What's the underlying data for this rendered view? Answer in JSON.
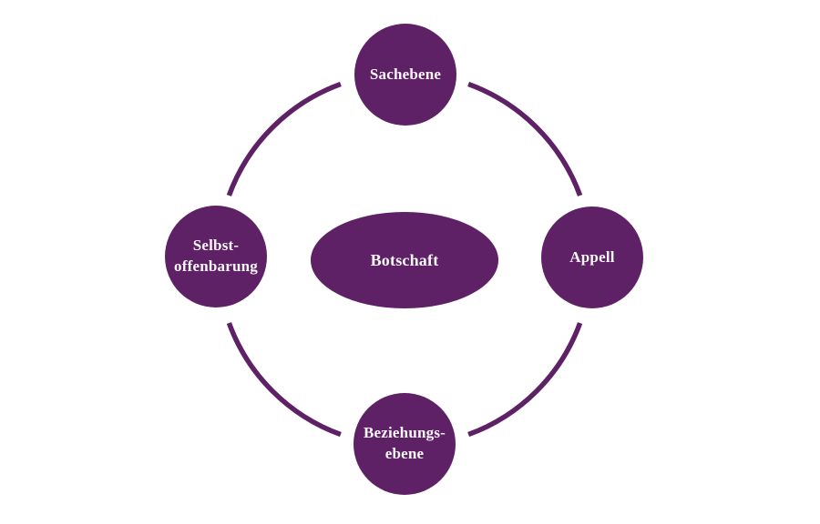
{
  "page": {
    "background": "#ffffff"
  },
  "colors": {
    "shape_fill": "#5e2166",
    "ring_stroke": "#5e2166",
    "label_text": "#faf7fa"
  },
  "diagram": {
    "type": "cycle-diagram",
    "center_label": "Botschaft",
    "nodes": {
      "top": {
        "label": "Sachebene"
      },
      "right": {
        "label": "Appell"
      },
      "bottom": {
        "line1": "Beziehungs-",
        "line2": "ebene"
      },
      "left": {
        "line1": "Selbst-",
        "line2": "offenbarung"
      }
    }
  }
}
